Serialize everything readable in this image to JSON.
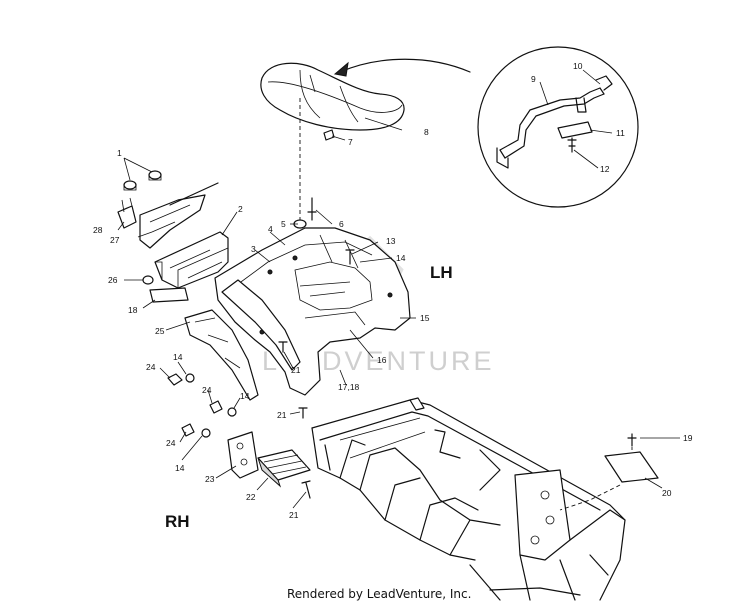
{
  "watermark": "LEADVENTURE",
  "side_labels": {
    "lh": "LH",
    "rh": "RH"
  },
  "footer": "Rendered by LeadVenture, Inc.",
  "callouts": {
    "c1": "1",
    "c2": "2",
    "c3": "3",
    "c4": "4",
    "c5": "5",
    "c6": "6",
    "c7": "7",
    "c8": "8",
    "c9": "9",
    "c10": "10",
    "c11": "11",
    "c12": "12",
    "c13": "13",
    "c14a": "14",
    "c14b": "14",
    "c14c": "14",
    "c14d": "14",
    "c15": "15",
    "c16": "16",
    "c1718": "17,18",
    "c18": "18",
    "c19": "19",
    "c20": "20",
    "c21a": "21",
    "c21b": "21",
    "c21c": "21",
    "c22": "22",
    "c23": "23",
    "c24a": "24",
    "c24b": "24",
    "c24c": "24",
    "c25": "25",
    "c26": "26",
    "c27": "27",
    "c28": "28"
  }
}
